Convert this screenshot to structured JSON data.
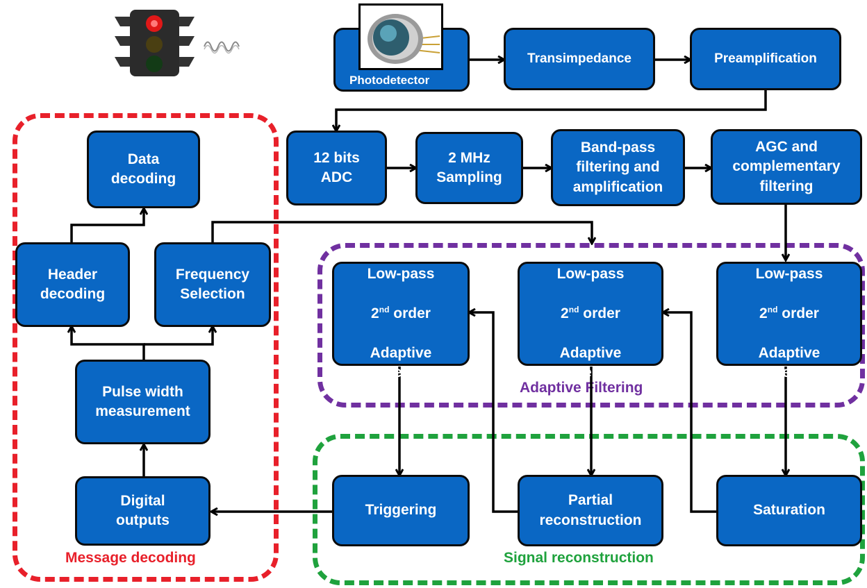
{
  "colors": {
    "box_fill": "#0a67c4",
    "message_group": "#e8202a",
    "adaptive_group": "#7030a0",
    "reconstruction_group": "#1fa23d"
  },
  "icons": [
    "traffic-light-icon",
    "light-wave-icon",
    "photodiode-icon"
  ],
  "blocks": {
    "photodetector": "Photodetector",
    "transimpedance": "Transimpedance",
    "preamplification": "Preamplification",
    "adc": "12 bits\nADC",
    "sampling": "2 MHz\nSampling",
    "bandpass": "Band-pass\nfiltering and\namplification",
    "agc": "AGC and\ncomplementary\nfiltering",
    "data_decoding": "Data\ndecoding",
    "header_decoding": "Header\ndecoding",
    "frequency_selection": "Frequency\nSelection",
    "pulse_width": "Pulse width\nmeasurement",
    "digital_outputs": "Digital\noutputs",
    "triggering": "Triggering",
    "partial_reconstruction": "Partial\nreconstruction",
    "saturation": "Saturation",
    "lowpass_prefix": "Low-pass",
    "lowpass_order_num": "2",
    "lowpass_order_sup": "nd",
    "lowpass_order_word": " order",
    "lowpass_suffix": "Adaptive\nFiltering"
  },
  "groups": {
    "message": "Message decoding",
    "adaptive": "Adaptive Filtering",
    "reconstruction": "Signal reconstruction"
  }
}
